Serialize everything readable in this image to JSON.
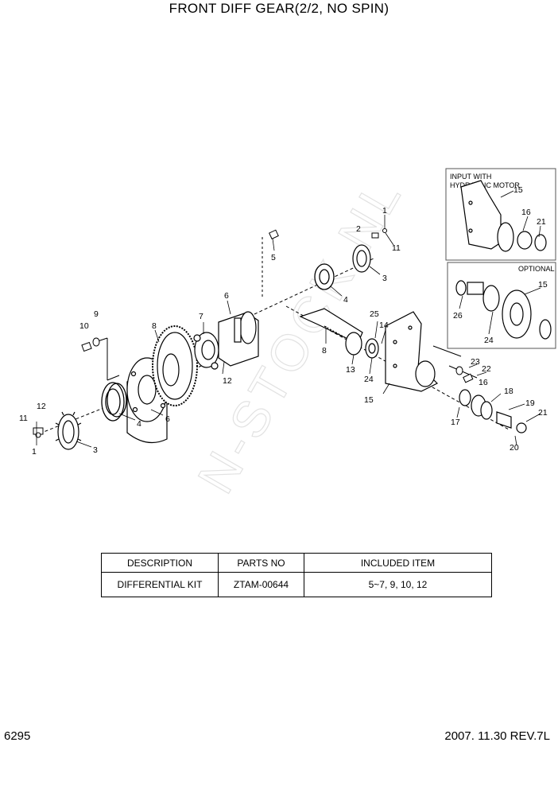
{
  "title": "FRONT DIFF GEAR(2/2, NO SPIN)",
  "watermark": "N-STOCK.NL",
  "insets": {
    "top_label_line1": "INPUT WITH",
    "top_label_line2": "HYDRAULIC MOTOR",
    "bottom_label": "OPTIONAL"
  },
  "callouts": {
    "c5": "5",
    "c6a": "6",
    "c1a": "1",
    "c2": "2",
    "c11a": "11",
    "c3a": "3",
    "c4a": "4",
    "c9": "9",
    "c10": "10",
    "c8a": "8",
    "c7": "7",
    "c12a": "12",
    "c25": "25",
    "c14": "14",
    "c8b": "8",
    "c13": "13",
    "c24a": "24",
    "c15a": "15",
    "c23": "23",
    "c22": "22",
    "c16a": "16",
    "c18": "18",
    "c19": "19",
    "c21a": "21",
    "c17": "17",
    "c20": "20",
    "c4b": "4",
    "c6b": "6",
    "c12b": "12",
    "c11b": "11",
    "c1b": "1",
    "c3b": "3",
    "c15b": "15",
    "c16b": "16",
    "c21b": "21",
    "c15c": "15",
    "c26": "26",
    "c24b": "24"
  },
  "kit_table": {
    "headers": [
      "DESCRIPTION",
      "PARTS NO",
      "INCLUDED ITEM"
    ],
    "row": [
      "DIFFERENTIAL KIT",
      "ZTAM-00644",
      "5~7, 9, 10, 12"
    ]
  },
  "footer": {
    "page_number": "6295",
    "revision": "2007. 11.30  REV.7L"
  }
}
